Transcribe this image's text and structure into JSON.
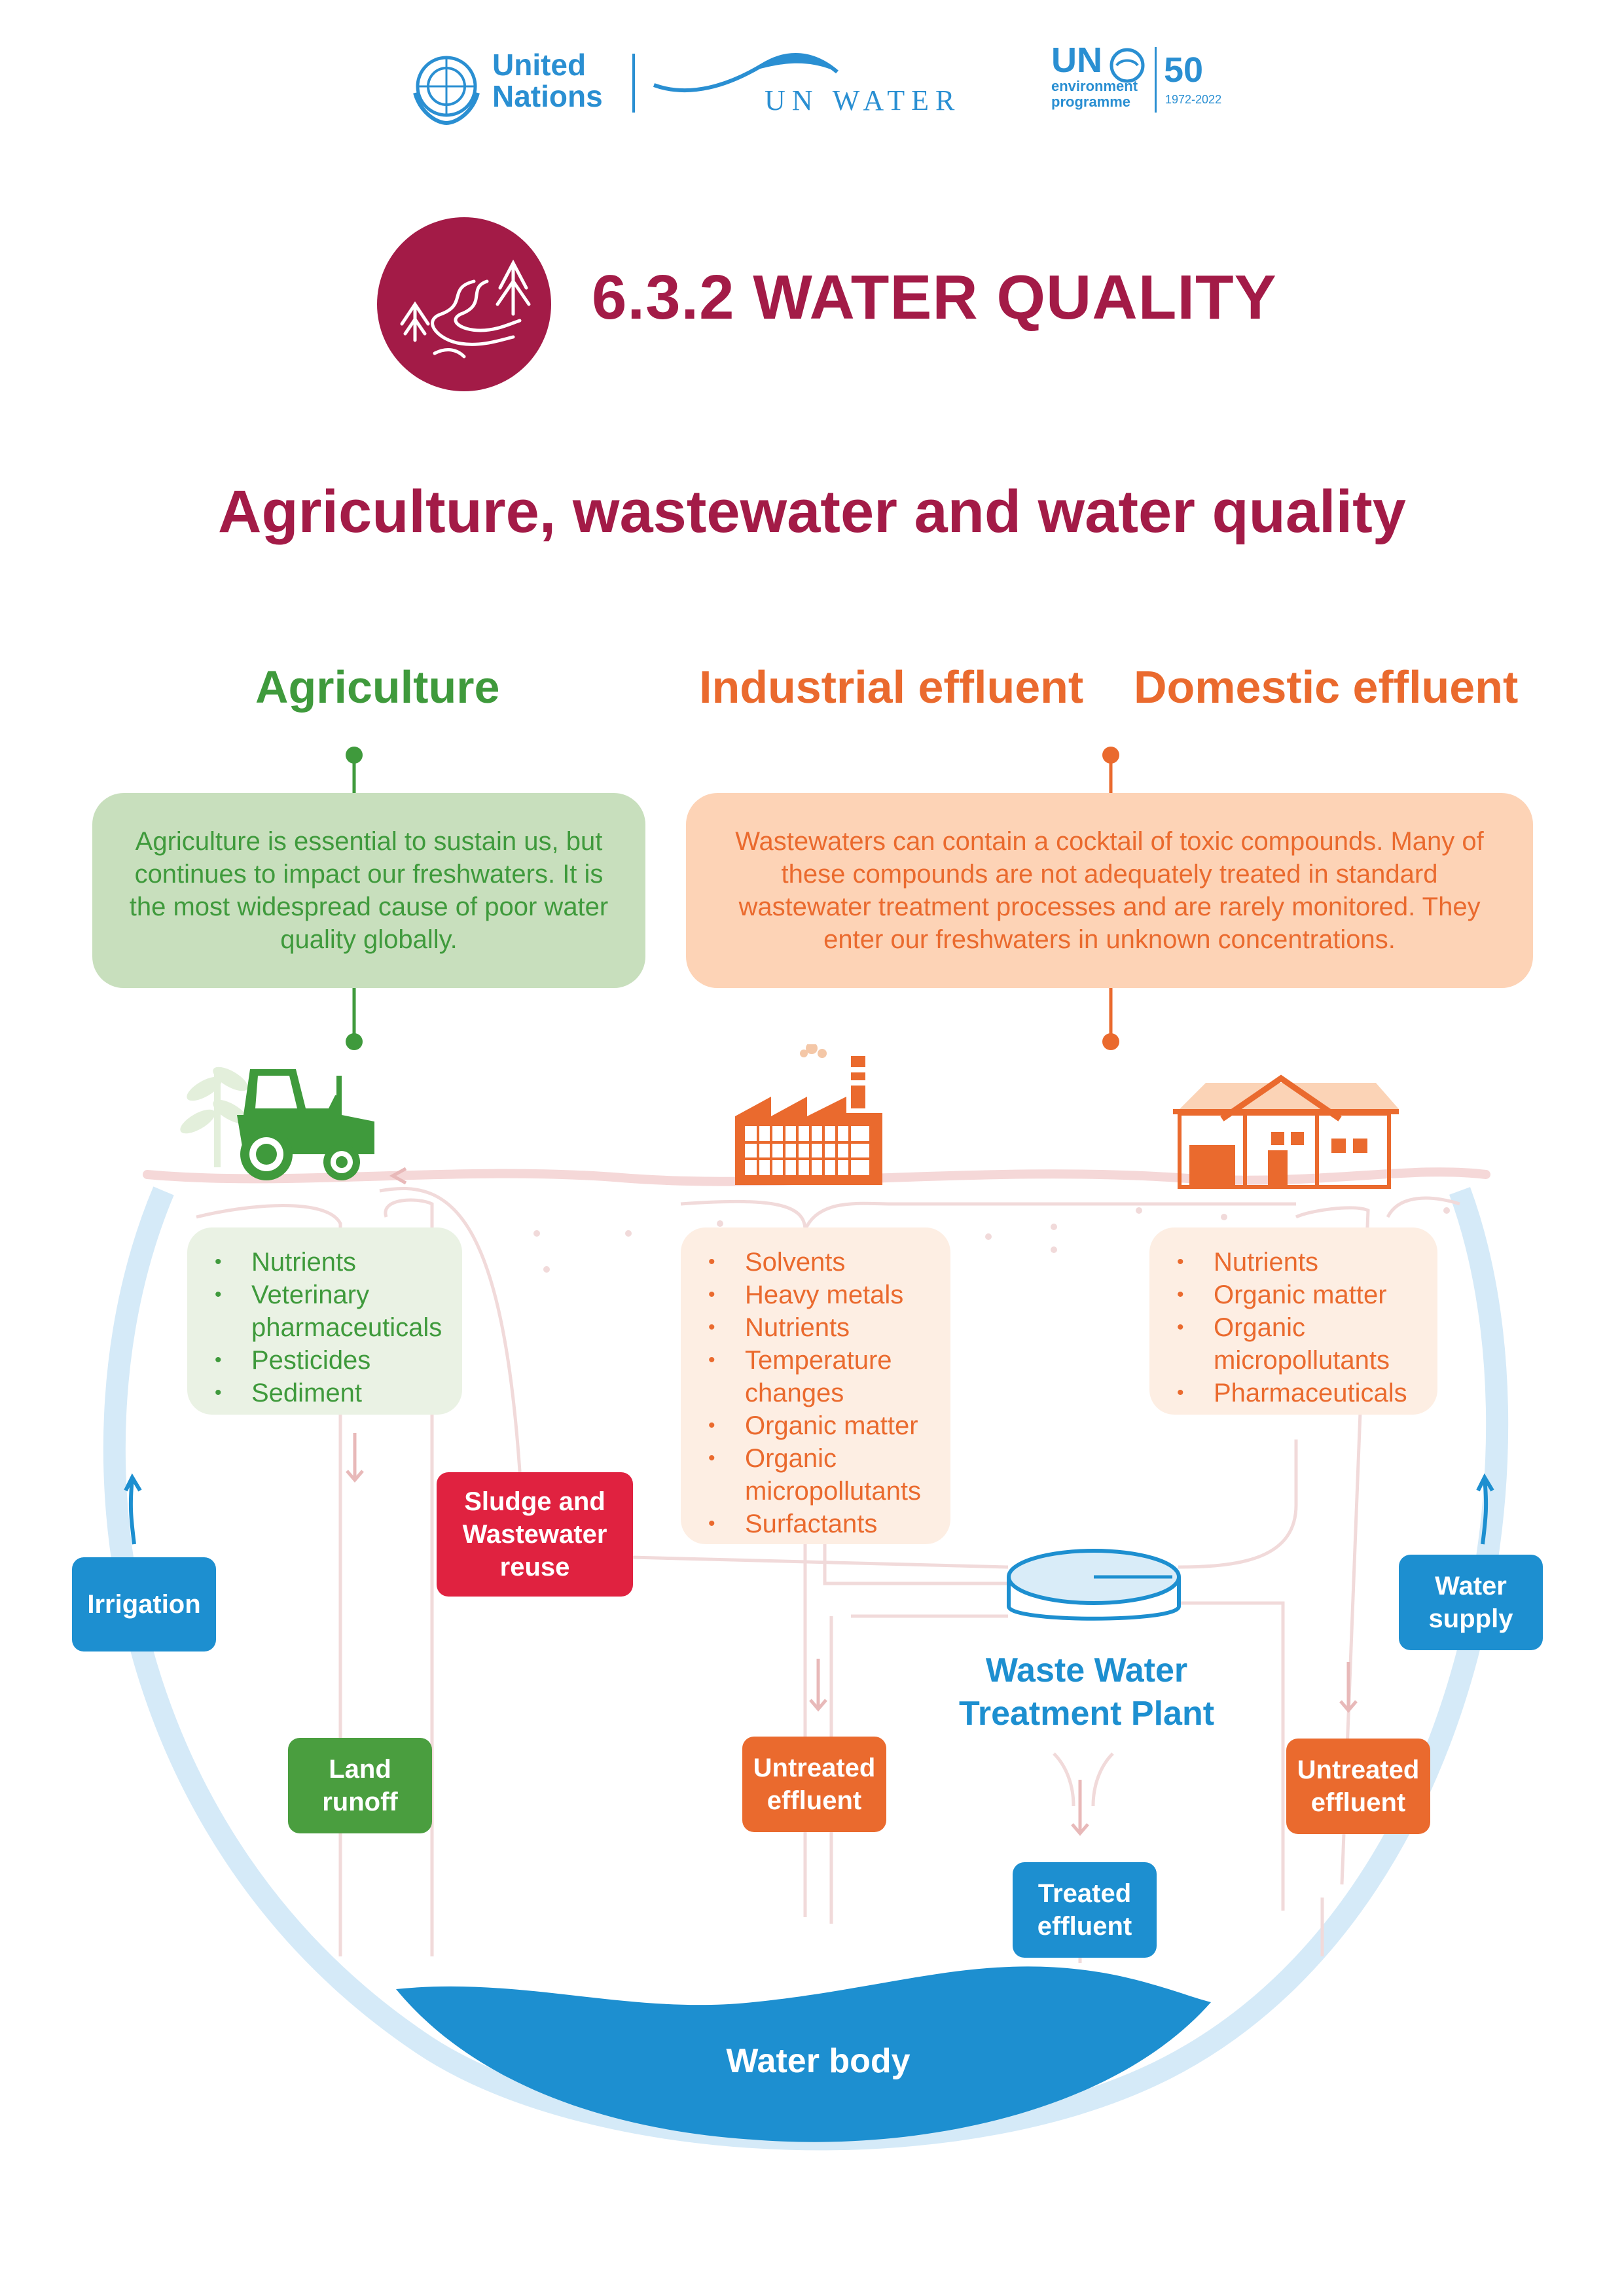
{
  "header": {
    "un_logo_text": "United Nations",
    "un_logo_line1": "United",
    "un_logo_line2": "Nations",
    "unwater_text": "UN WATER",
    "unep_line1": "UN",
    "unep_line2": "environment",
    "unep_line3": "programme",
    "unep_anniv": "50",
    "unep_years": "1972-2022"
  },
  "title": "6.3.2 WATER QUALITY",
  "subtitle": "Agriculture, wastewater and water quality",
  "categories": {
    "agriculture": "Agriculture",
    "industrial": "Industrial effluent",
    "domestic": "Domestic effluent"
  },
  "descriptions": {
    "agriculture": "Agriculture is essential to sustain us, but continues to impact our freshwaters. It is the most widespread cause of poor water quality globally.",
    "wastewater": "Wastewaters can contain a cocktail of toxic compounds. Many of these compounds are not adequately treated in standard wastewater treatment processes and are rarely monitored. They enter our freshwaters in unknown concentrations."
  },
  "lists": {
    "agriculture": [
      "Nutrients",
      "Veterinary pharmaceuticals",
      "Pesticides",
      "Sediment"
    ],
    "industrial": [
      "Solvents",
      "Heavy metals",
      "Nutrients",
      "Temperature changes",
      "Organic matter",
      "Organic micropollutants",
      "Surfactants"
    ],
    "domestic": [
      "Nutrients",
      "Organic matter",
      "Organic micropollutants",
      "Pharmaceuticals"
    ]
  },
  "labels": {
    "irrigation": "Irrigation",
    "sludge": "Sludge and Wastewater reuse",
    "land_runoff": "Land runoff",
    "untreated_1": "Untreated effluent",
    "untreated_2": "Untreated effluent",
    "treated": "Treated effluent",
    "water_supply": "Water supply",
    "wwtp": "Waste Water Treatment Plant",
    "water_body": "Water body"
  },
  "colors": {
    "title": "#a31b47",
    "green": "#3f9a3c",
    "orange": "#ea6a2e",
    "blue": "#1d8fd0",
    "red": "#e02240",
    "green_box": "#c8dfbd",
    "orange_box": "#fdd3b6"
  },
  "icons": [
    "un-emblem-icon",
    "unwater-wave-icon",
    "unep-globe-icon",
    "forest-river-icon",
    "tractor-icon",
    "factory-icon",
    "house-icon",
    "treatment-tank-icon"
  ]
}
